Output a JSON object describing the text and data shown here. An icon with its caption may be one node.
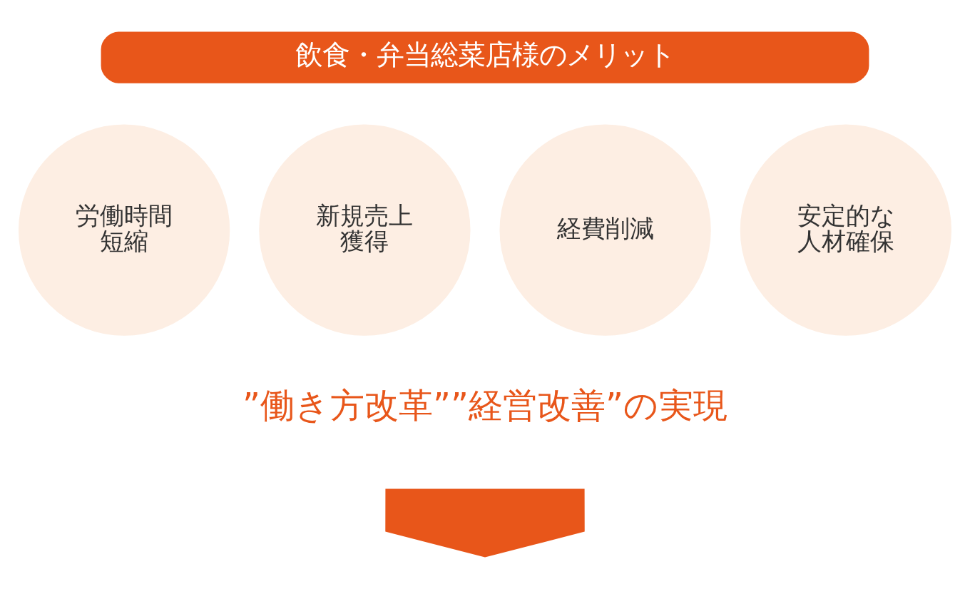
{
  "diagram": {
    "nodes": [
      {
        "text": [
          "飲食・弁当総菜店様のメリット"
        ]
      },
      {
        "text": [
          "労働時間短縮"
        ]
      },
      {
        "text": [
          "新規売上獲得"
        ]
      },
      {
        "text": [
          "経費削減"
        ]
      },
      {
        "text": [
          "安定的な人材確保"
        ]
      },
      {
        "text": [
          "”働き方改革””経営改善”の実現"
        ]
      },
      {
        "text": [],
        "shape": "arrow"
      }
    ]
  }
}
